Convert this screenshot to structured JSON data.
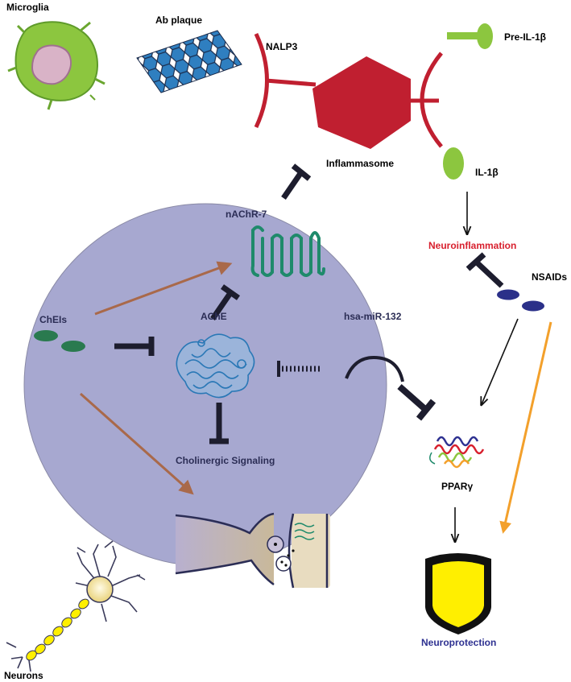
{
  "labels": {
    "microglia": "Microglia",
    "ab_plaque": "Ab plaque",
    "nalp3": "NALP3",
    "pre_il1b": "Pre-IL-1β",
    "inflammasome": "Inflammasome",
    "il1b": "IL-1β",
    "nachr7": "nAChR-7",
    "neuroinflammation": "Neuroinflammation",
    "nsaids": "NSAIDs",
    "cheis": "ChEIs",
    "ache": "AChE",
    "mir132": "hsa-miR-132",
    "cholinergic_signaling": "Cholinergic Signaling",
    "ppar": "PPARγ",
    "neuroprotection": "Neuroprotection",
    "neurons": "Neurons"
  },
  "colors": {
    "cell_body": "#a7a8d0",
    "inflammasome": "#c01f30",
    "green_protein": "#8cc63f",
    "neuroinflammation_text": "#d8202e",
    "neuroprotection_text": "#2e3191",
    "nsaid_pill": "#2b3089",
    "chei_pill": "#2a7a4f",
    "activation_arrow": "#a9694a",
    "orange_arrow": "#f3a02b",
    "shield_fill": "#ffef00",
    "receptor": "#1f8a6b",
    "plaque": "#2f7fc0"
  },
  "icons": {
    "microglia": "microglia-cell-icon",
    "plaque": "amyloid-plaque-icon",
    "ache": "ache-protein-structure-icon",
    "ppar": "ppar-protein-structure-icon",
    "shield": "shield-icon",
    "neuron": "neuron-cell-icon",
    "synapse": "synapse-icon",
    "receptor": "nachr-receptor-icon"
  }
}
